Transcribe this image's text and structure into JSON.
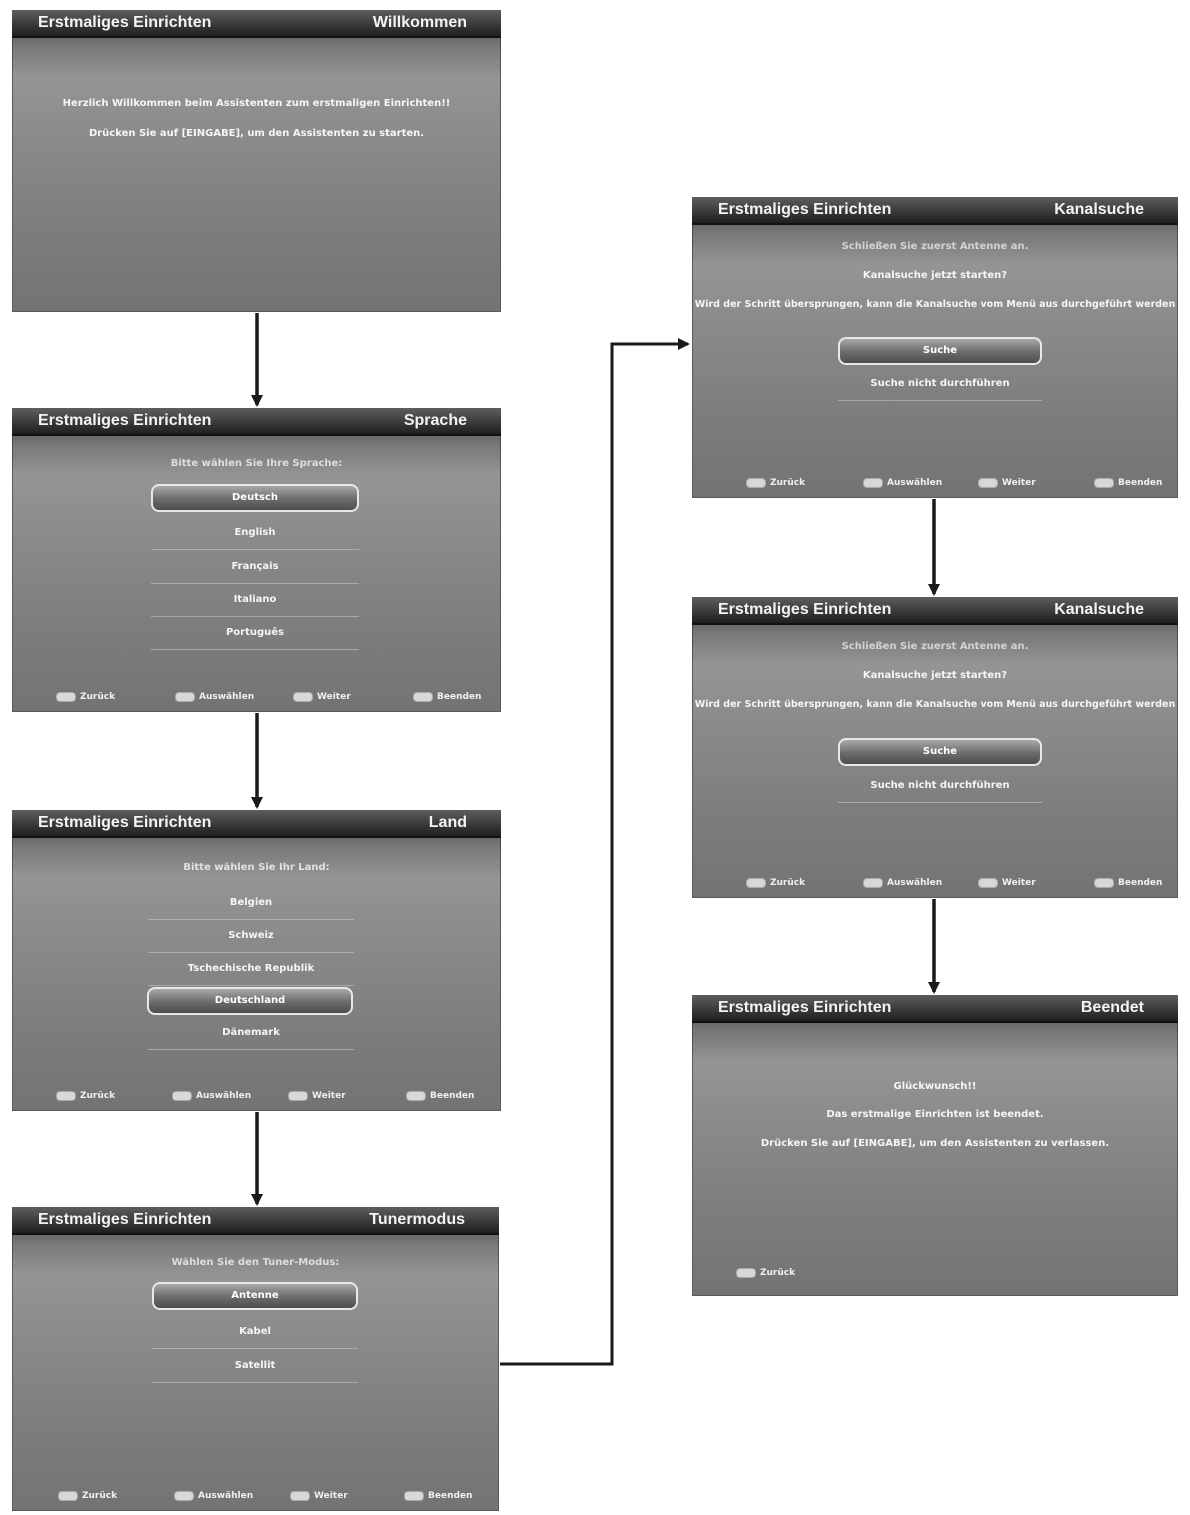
{
  "diagram": {
    "screens": [
      {
        "id": "willkommen",
        "title": "Erstmaliges Einrichten",
        "step": "Willkommen",
        "lines": [
          "Herzlich Willkommen beim Assistenten zum erstmaligen Einrichten!!",
          "Drücken Sie auf [EINGABE], um den Assistenten zu starten."
        ]
      },
      {
        "id": "sprache",
        "title": "Erstmaliges Einrichten",
        "step": "Sprache",
        "prompt": "Bitte wählen Sie Ihre Sprache:",
        "options": [
          "Deutsch",
          "English",
          "Français",
          "Italiano",
          "Português"
        ],
        "selected": "Deutsch",
        "footer": [
          "Zurück",
          "Auswählen",
          "Weiter",
          "Beenden"
        ]
      },
      {
        "id": "land",
        "title": "Erstmaliges Einrichten",
        "step": "Land",
        "prompt": "Bitte wählen Sie Ihr Land:",
        "options": [
          "Belgien",
          "Schweiz",
          "Tschechische Republik",
          "Deutschland",
          "Dänemark"
        ],
        "selected": "Deutschland",
        "footer": [
          "Zurück",
          "Auswählen",
          "Weiter",
          "Beenden"
        ]
      },
      {
        "id": "tunermodus",
        "title": "Erstmaliges Einrichten",
        "step": "Tunermodus",
        "prompt": "Wählen Sie den Tuner-Modus:",
        "options": [
          "Antenne",
          "Kabel",
          "Satellit"
        ],
        "selected": "Antenne",
        "footer": [
          "Zurück",
          "Auswählen",
          "Weiter",
          "Beenden"
        ]
      },
      {
        "id": "kanalsuche1",
        "title": "Erstmaliges Einrichten",
        "step": "Kanalsuche",
        "lines": [
          "Schließen Sie zuerst Antenne an.",
          "Kanalsuche jetzt starten?",
          "Wird der Schritt übersprungen, kann die Kanalsuche vom Menü aus durchgeführt werden"
        ],
        "options": [
          "Suche",
          "Suche nicht durchführen"
        ],
        "selected": "Suche",
        "footer": [
          "Zurück",
          "Auswählen",
          "Weiter",
          "Beenden"
        ]
      },
      {
        "id": "kanalsuche2",
        "title": "Erstmaliges Einrichten",
        "step": "Kanalsuche",
        "lines": [
          "Schließen Sie zuerst Antenne an.",
          "Kanalsuche jetzt starten?",
          "Wird der Schritt übersprungen, kann die Kanalsuche vom Menü aus durchgeführt werden"
        ],
        "options": [
          "Suche",
          "Suche nicht durchführen"
        ],
        "selected": "Suche",
        "footer": [
          "Zurück",
          "Auswählen",
          "Weiter",
          "Beenden"
        ]
      },
      {
        "id": "beendet",
        "title": "Erstmaliges Einrichten",
        "step": "Beendet",
        "lines": [
          "Glückwunsch!!",
          "Das erstmalige Einrichten ist beendet.",
          "Drücken Sie auf [EINGABE], um den Assistenten zu verlassen."
        ],
        "footer": [
          "Zurück"
        ]
      }
    ],
    "edges": [
      {
        "from": "willkommen",
        "to": "sprache"
      },
      {
        "from": "sprache",
        "to": "land"
      },
      {
        "from": "land",
        "to": "tunermodus"
      },
      {
        "from": "tunermodus",
        "to": "kanalsuche1"
      },
      {
        "from": "kanalsuche1",
        "to": "kanalsuche2"
      },
      {
        "from": "kanalsuche2",
        "to": "beendet"
      }
    ],
    "colors": {
      "screen_bg": "#8e8e8e",
      "header_bg": "#2e2e2e",
      "text": "#f2f2f2",
      "arrow": "#1a1a1a"
    }
  }
}
